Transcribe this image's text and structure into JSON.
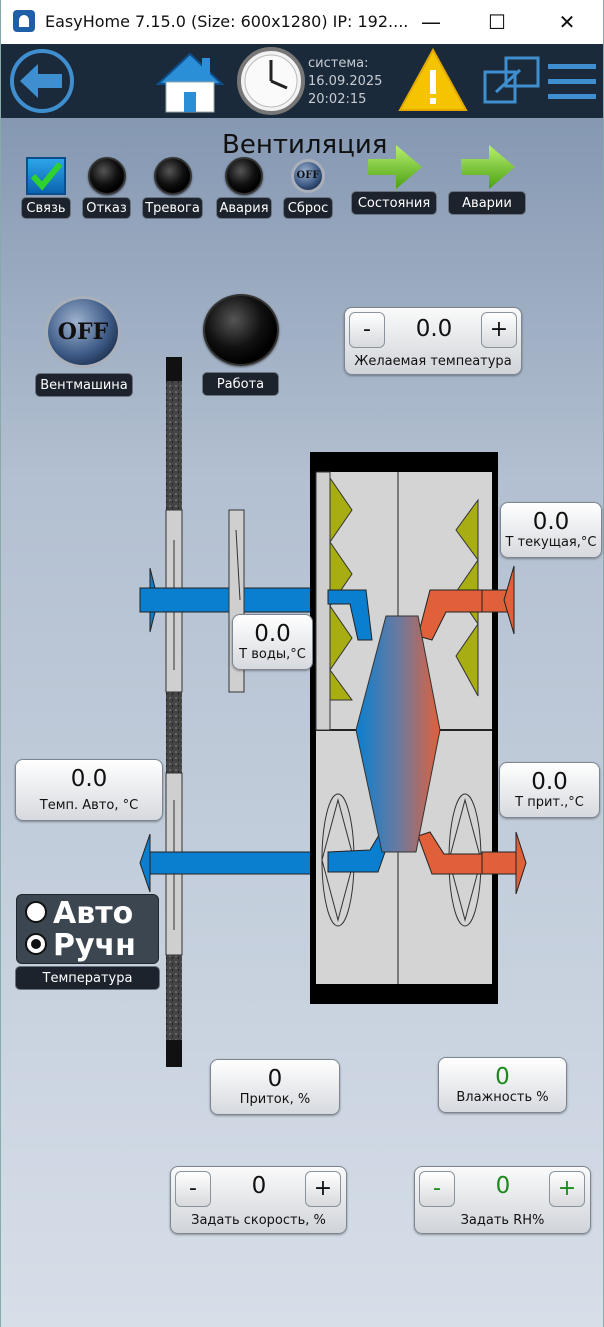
{
  "window": {
    "title": "EasyHome 7.15.0 (Size: 600x1280) IP: 192....",
    "minimize": "—",
    "maximize": "☐",
    "close": "✕"
  },
  "toolbar": {
    "system_label": "система:",
    "date": "16.09.2025",
    "time": "20:02:15"
  },
  "page": {
    "title": "Вентиляция"
  },
  "status": {
    "svyaz": "Связь",
    "otkaz": "Отказ",
    "trevoga": "Тревога",
    "avaria": "Авария",
    "sbros": "Сброс",
    "sbros_button": "OFF",
    "sostoyaniya": "Состояния",
    "avarii": "Аварии"
  },
  "fan": {
    "button": "OFF",
    "label": "Вентмашина"
  },
  "work": {
    "label": "Работа"
  },
  "desired_temp": {
    "minus": "-",
    "value": "0.0",
    "plus": "+",
    "label": "Желаемая темпеатура"
  },
  "t_current": {
    "value": "0.0",
    "label": "Т текущая,°С"
  },
  "t_water": {
    "value": "0.0",
    "label": "Т воды,°С"
  },
  "t_auto": {
    "value": "0.0",
    "label": "Темп. Авто, °С"
  },
  "t_supply": {
    "value": "0.0",
    "label": "Т прит.,°С"
  },
  "mode": {
    "auto": "Авто",
    "manual": "Ручн",
    "label": "Температура"
  },
  "supply": {
    "value": "0",
    "label": "Приток, %"
  },
  "humidity": {
    "value": "0",
    "label": "Влажность %"
  },
  "speed": {
    "minus": "-",
    "value": "0",
    "plus": "+",
    "label": "Задать скорость, %"
  },
  "rh": {
    "minus": "-",
    "value": "0",
    "plus": "+",
    "label": "Задать RH%"
  },
  "colors": {
    "accent_blue": "#0a7fcf",
    "hot": "#e0603a",
    "green_value": "#1a8a1a",
    "toolbar_bg": "#1b2a3a"
  }
}
